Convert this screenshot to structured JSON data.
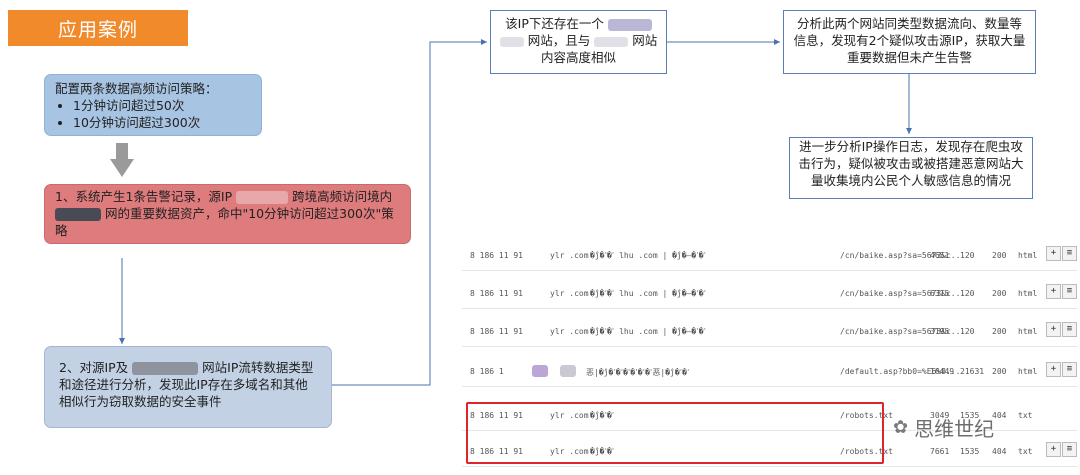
{
  "banner": {
    "title": "应用案例"
  },
  "steps": {
    "policy": {
      "intro": "配置两条数据高频访问策略：",
      "bullets": [
        "1分钟访问超过50次",
        "10分钟访问超过300次"
      ]
    },
    "alert": {
      "part1": "1、系统产生1条告警记录，源IP",
      "part2": "跨境高频访问境内",
      "part3": "网的重要数据资产，命中\"10分钟访问超过300次\"策略"
    },
    "analysis": {
      "part1": "2、对源IP及",
      "part2": "网站IP流转数据类型和途径进行分析，发现此IP存在多域名和其他相似行为窃取数据的安全事件"
    }
  },
  "notes": {
    "same_ip": {
      "part1": "该IP下还存在一个",
      "part2": "网站，且与",
      "part3": "网站内容高度相似"
    },
    "compare": "分析此两个网站同类型数据流向、数量等信息，发现有2个疑似攻击源IP，获取大量重要数据但未产生告警",
    "logs": "进一步分析IP操作日志，发现存在爬虫攻击行为，疑似被攻击或被搭建恶意网站大量收集境内公民个人敏感信息的情况"
  },
  "log_table": {
    "rows": [
      {
        "ip": "8   186 11   91",
        "host": "ylr .com",
        "title": "�ĵ�ߵ�ߵ lhu .com | �ĵ�—�ߵ�ߵ",
        "path": "/cn/baike.asp?sa=5673&c...",
        "n1": "4651",
        "n2": "120",
        "status": "200",
        "type": "html"
      },
      {
        "ip": "8   186 11   91",
        "host": "ylr .com",
        "title": "�ĵ�ߵ�ߵ lhu .com | �ĵ�—�ߵ�ߵ",
        "path": "/cn/baike.asp?sa=5673&c...",
        "n1": "6315",
        "n2": "120",
        "status": "200",
        "type": "html"
      },
      {
        "ip": "8   186 11   91",
        "host": "ylr .com",
        "title": "�ĵ�ߵ�ߵ lhu .com | �ĵ�—�ߵ�ߵ",
        "path": "/cn/baike.asp?sa=5673&c...",
        "n1": "3195",
        "n2": "120",
        "status": "200",
        "type": "html"
      },
      {
        "ip": "8   186 1",
        "host": "",
        "title": "恶|�ĵ�ߵ�ߵ�ߵ�ߵ�ߵ�ߵ恶|�ĵ�ߵ�ߵ",
        "path": "/default.asp?bb0=%E6%8...",
        "n1": "16449",
        "n2": "21631",
        "status": "200",
        "type": "html"
      },
      {
        "ip": "8   186 11   91",
        "host": "ylr .com",
        "title": "�ĵ�ߵ�ߵ",
        "path": "/robots.txt",
        "n1": "3049",
        "n2": "1535",
        "status": "404",
        "type": "txt"
      },
      {
        "ip": "8   186 11   91",
        "host": "ylr .com",
        "title": "�ĵ�ߵ�ߵ",
        "path": "/robots.txt",
        "n1": "7661",
        "n2": "1535",
        "status": "404",
        "type": "txt"
      }
    ],
    "add_label": "+",
    "menu_label": "≡"
  },
  "watermark": {
    "text": "思维世纪"
  }
}
